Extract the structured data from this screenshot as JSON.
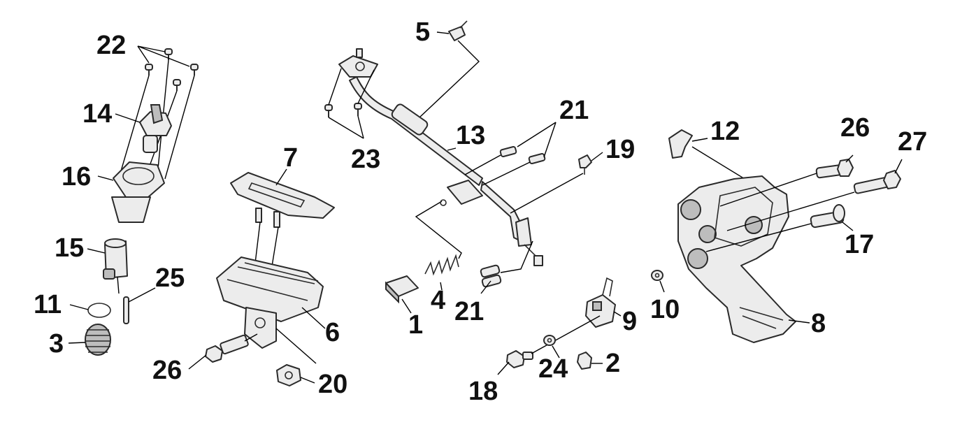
{
  "callouts": {
    "c1": "1",
    "c2": "2",
    "c3": "3",
    "c4": "4",
    "c5": "5",
    "c6": "6",
    "c7": "7",
    "c8": "8",
    "c9": "9",
    "c10": "10",
    "c11": "11",
    "c12": "12",
    "c13": "13",
    "c14": "14",
    "c15": "15",
    "c16": "16",
    "c17": "17",
    "c18": "18",
    "c19": "19",
    "c20": "20",
    "c21a": "21",
    "c21b": "21",
    "c22": "22",
    "c23": "23",
    "c24": "24",
    "c25": "25",
    "c26a": "26",
    "c26b": "26",
    "c27": "27"
  }
}
